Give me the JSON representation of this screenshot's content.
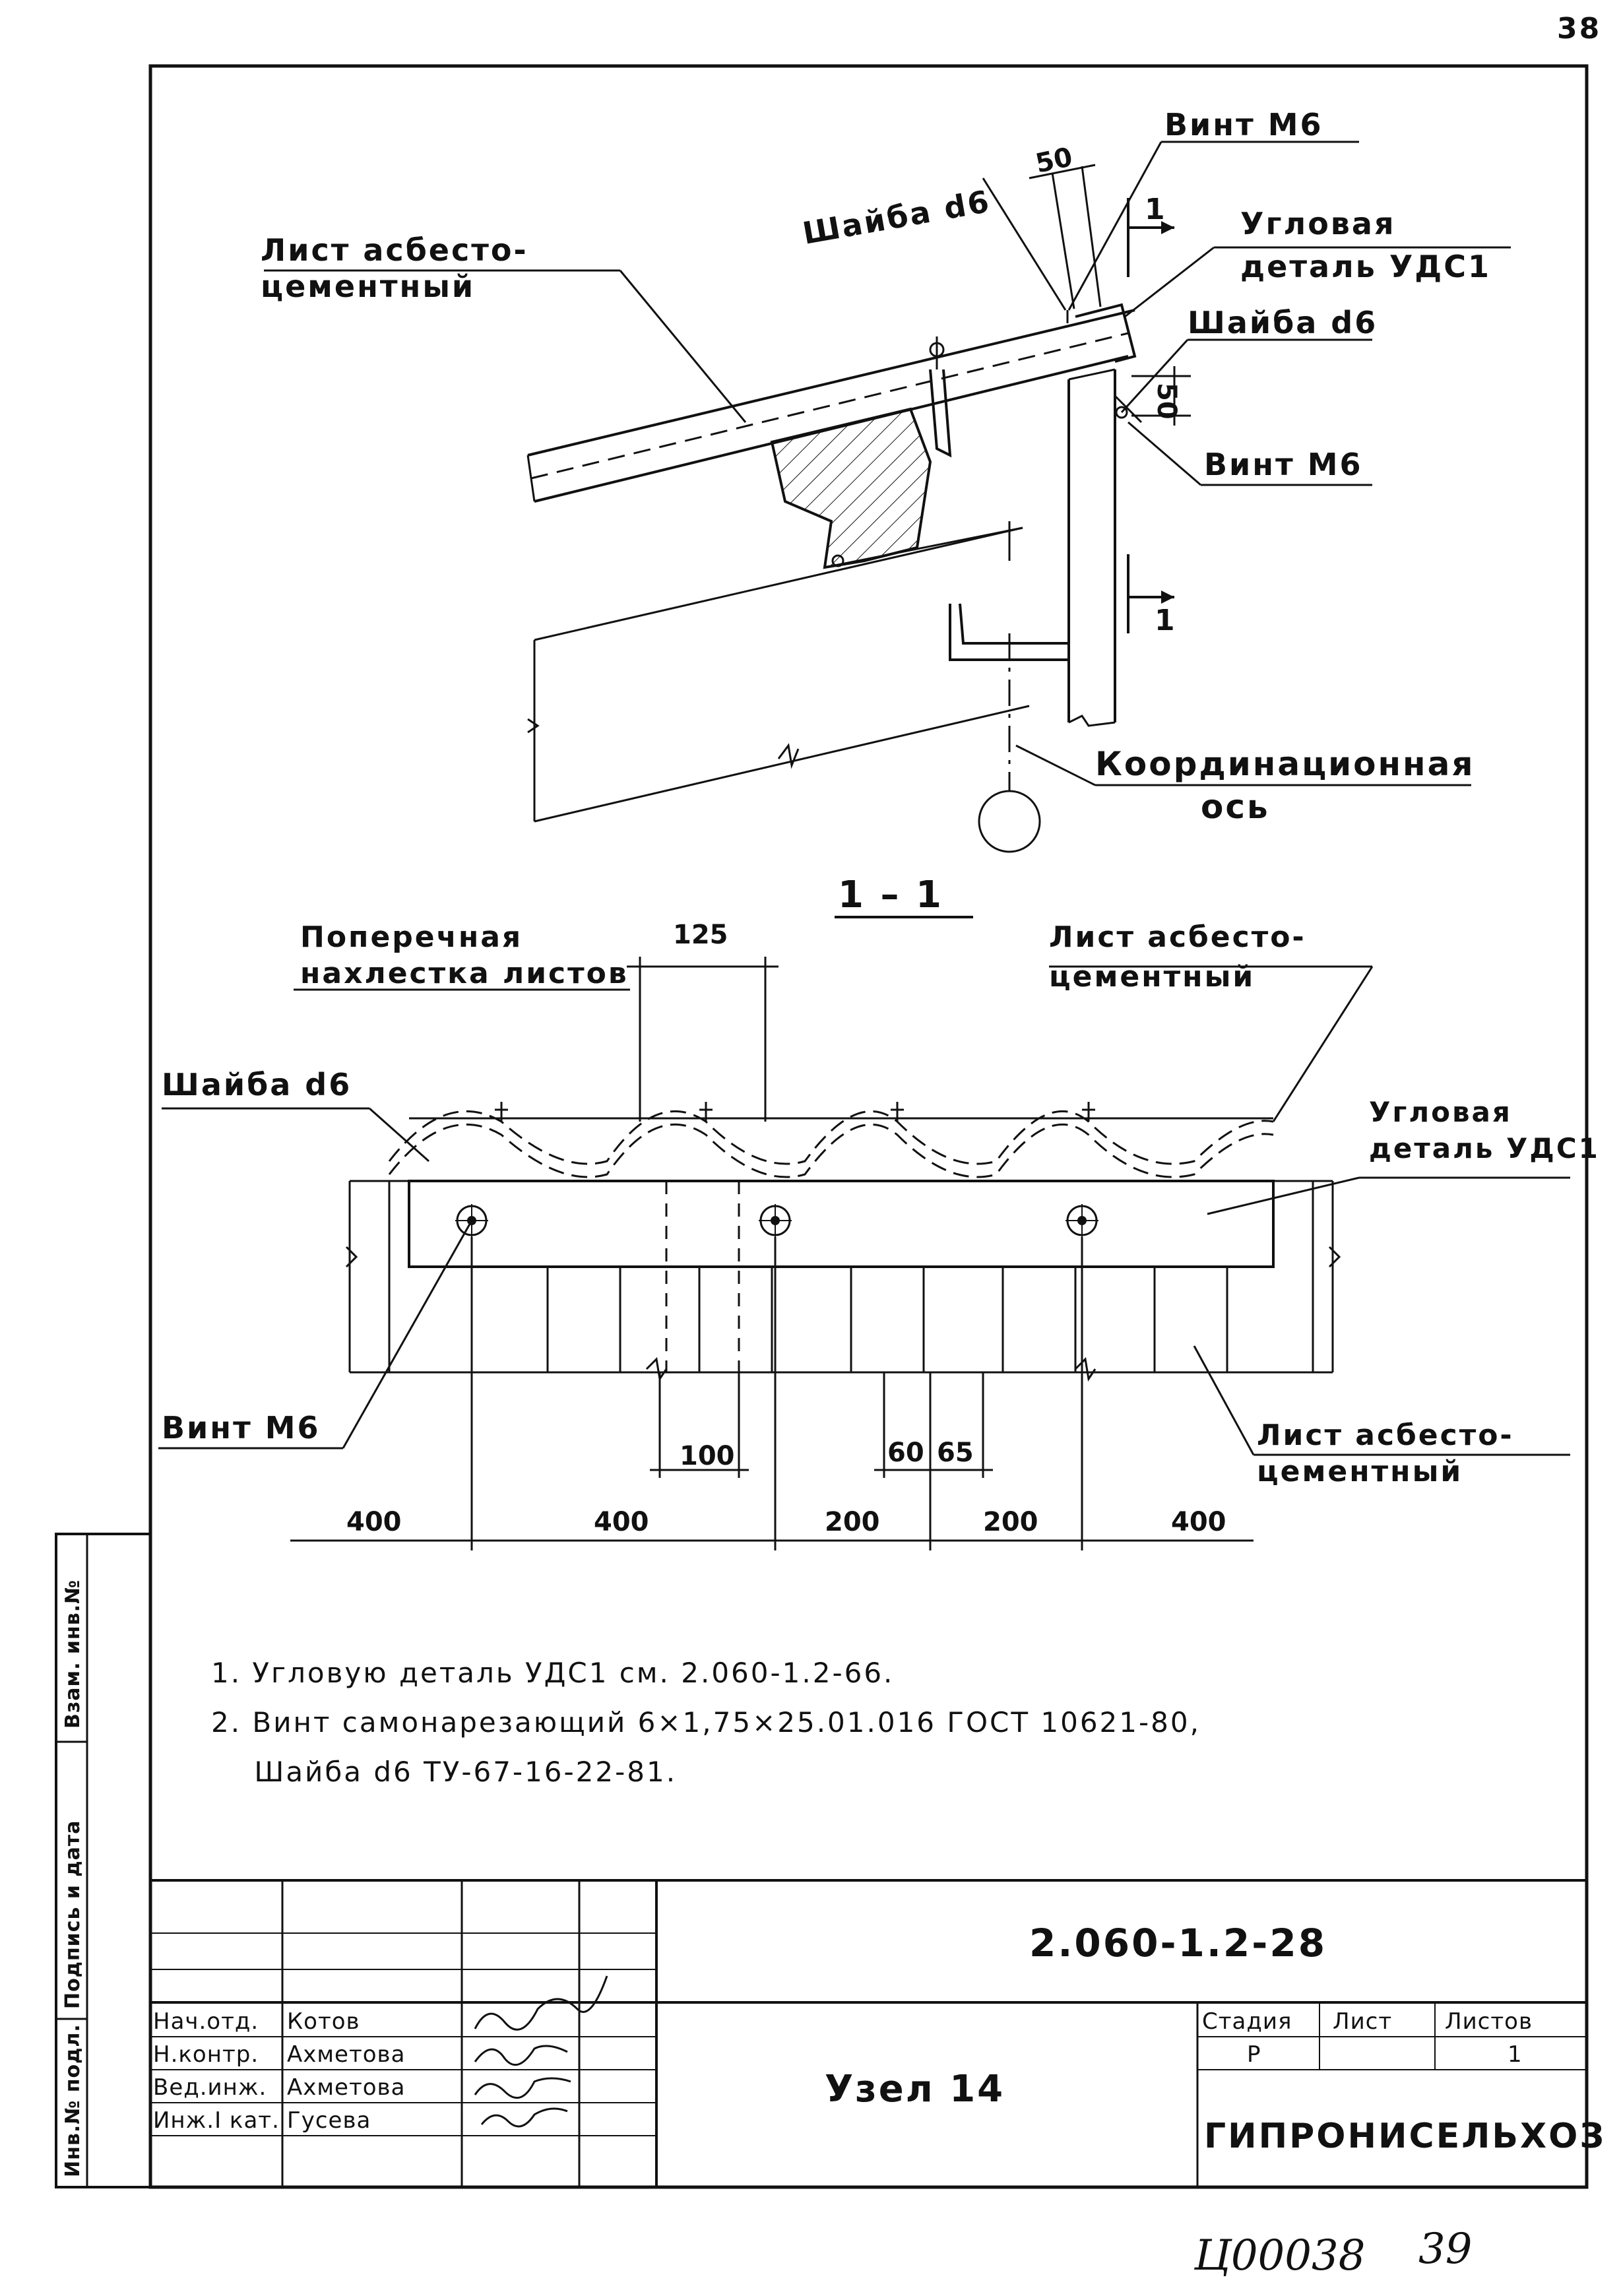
{
  "page": {
    "number_top": "38",
    "bottom_code": "Ц00038",
    "bottom_page": "39"
  },
  "elevation": {
    "vint_m6_top": "Винт М6",
    "dim_50_top": "50",
    "shaiba_top": "Шайба d6",
    "section_mark_top": "1",
    "list_left_1": "Лист асбесто-",
    "list_left_2": "цементный",
    "uglovaya_1": "Угловая",
    "uglovaya_2": "деталь УДС1",
    "shaiba_right": "Шайба d6",
    "dim_50_right": "50",
    "vint_m6_right": "Винт М6",
    "section_mark_bottom": "1",
    "koord_1": "Координационная",
    "koord_2": "ось"
  },
  "section": {
    "title": "1 – 1",
    "poper_1": "Поперечная",
    "poper_2": "нахлестка листов",
    "dim_125": "125",
    "list_top_1": "Лист асбесто-",
    "list_top_2": "цементный",
    "shaiba_left": "Шайба d6",
    "uglovaya_1": "Угловая",
    "uglovaya_2": "деталь УДС1",
    "vint_m6": "Винт М6",
    "list_bottom_1": "Лист асбесто-",
    "list_bottom_2": "цементный",
    "dim_100": "100",
    "dim_60": "60",
    "dim_65": "65",
    "dims_bottom": [
      "400",
      "400",
      "200",
      "200",
      "400"
    ]
  },
  "notes": [
    "1. Угловую деталь УДС1 см. 2.060-1.2-66.",
    "2. Винт самонарезающий 6×1,75×25.01.016 ГОСТ 10621-80,",
    "    Шайба d6 ТУ-67-16-22-81."
  ],
  "side_stamp": {
    "col1": "Инв.№ подл.",
    "col2": "Подпись и дата",
    "col3": "Взам. инв.№"
  },
  "title_block": {
    "doc_code": "2.060-1.2-28",
    "title": "Узел 14",
    "org": "ГИПРОНИСЕЛЬХОЗ",
    "stage_header": "Стадия",
    "sheet_header": "Лист",
    "sheets_header": "Листов",
    "stage_value": "Р",
    "sheet_value": "",
    "sheets_value": "1",
    "people": [
      {
        "role": "Нач.отд.",
        "name": "Котов"
      },
      {
        "role": "Н.контр.",
        "name": "Ахметова"
      },
      {
        "role": "Вед.инж.",
        "name": "Ахметова"
      },
      {
        "role": "Инж.I кат.",
        "name": "Гусева"
      }
    ]
  }
}
